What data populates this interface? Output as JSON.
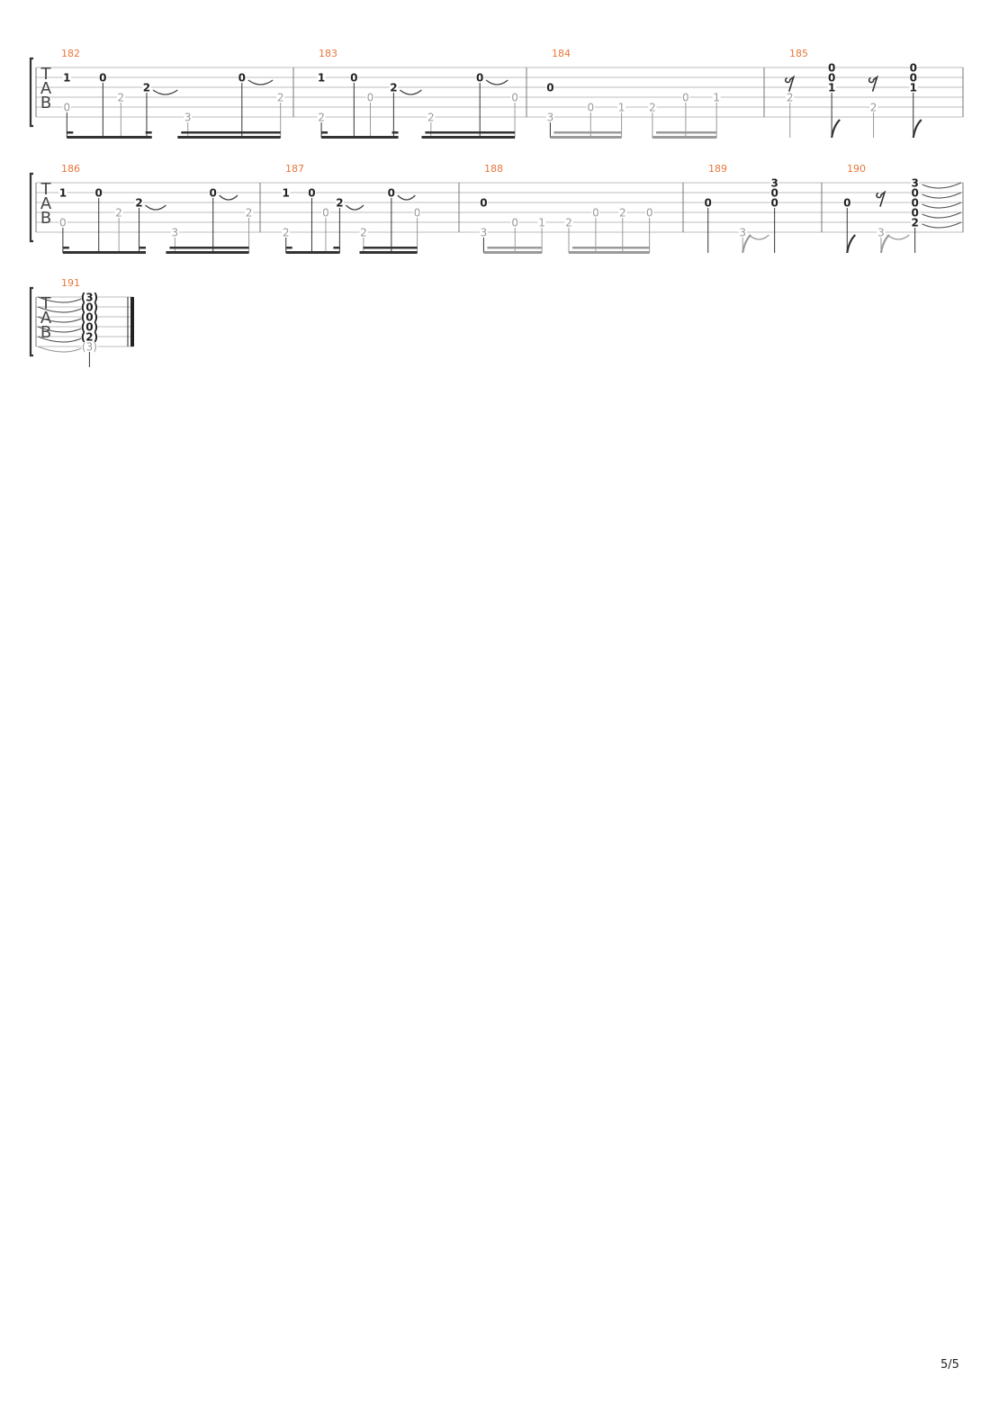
{
  "document": {
    "page_number": "5/5",
    "tab_clef": [
      "T",
      "A",
      "B"
    ]
  },
  "systems": [
    {
      "measures": [
        {
          "number": "182",
          "notes": [
            {
              "pos": 0.12,
              "string": 1,
              "fret": "1",
              "tone": "dark"
            },
            {
              "pos": 0.12,
              "string": 4,
              "fret": "0",
              "tone": "light"
            },
            {
              "pos": 0.26,
              "string": 1,
              "fret": "0",
              "tone": "dark"
            },
            {
              "pos": 0.33,
              "string": 3,
              "fret": "2",
              "tone": "light"
            },
            {
              "pos": 0.43,
              "string": 2,
              "fret": "2",
              "tone": "dark",
              "tie_to": 0.55
            },
            {
              "pos": 0.59,
              "string": 5,
              "fret": "3",
              "tone": "light"
            },
            {
              "pos": 0.8,
              "string": 1,
              "fret": "0",
              "tone": "dark",
              "tie_to": 0.92
            },
            {
              "pos": 0.95,
              "string": 3,
              "fret": "2",
              "tone": "light"
            }
          ],
          "beams": [
            [
              0.12,
              0.45,
              "dark",
              "dotted"
            ],
            [
              0.55,
              0.95,
              "dark",
              "double"
            ]
          ]
        },
        {
          "number": "183",
          "notes": [
            {
              "pos": 0.12,
              "string": 1,
              "fret": "1",
              "tone": "dark"
            },
            {
              "pos": 0.12,
              "string": 5,
              "fret": "2",
              "tone": "light"
            },
            {
              "pos": 0.26,
              "string": 1,
              "fret": "0",
              "tone": "dark"
            },
            {
              "pos": 0.33,
              "string": 3,
              "fret": "0",
              "tone": "light"
            },
            {
              "pos": 0.43,
              "string": 2,
              "fret": "2",
              "tone": "dark",
              "tie_to": 0.55
            },
            {
              "pos": 0.59,
              "string": 5,
              "fret": "2",
              "tone": "light"
            },
            {
              "pos": 0.8,
              "string": 1,
              "fret": "0",
              "tone": "dark",
              "tie_to": 0.92
            },
            {
              "pos": 0.95,
              "string": 3,
              "fret": "0",
              "tone": "light"
            }
          ],
          "beams": [
            [
              0.12,
              0.45,
              "dark",
              "dotted"
            ],
            [
              0.55,
              0.95,
              "dark",
              "double"
            ]
          ]
        },
        {
          "number": "184",
          "notes": [
            {
              "pos": 0.1,
              "string": 2,
              "fret": "0",
              "tone": "dark"
            },
            {
              "pos": 0.1,
              "string": 5,
              "fret": "3",
              "tone": "light"
            },
            {
              "pos": 0.27,
              "string": 4,
              "fret": "0",
              "tone": "light"
            },
            {
              "pos": 0.4,
              "string": 4,
              "fret": "1",
              "tone": "light"
            },
            {
              "pos": 0.53,
              "string": 4,
              "fret": "2",
              "tone": "light"
            },
            {
              "pos": 0.67,
              "string": 3,
              "fret": "0",
              "tone": "light"
            },
            {
              "pos": 0.8,
              "string": 3,
              "fret": "1",
              "tone": "light"
            }
          ],
          "beams": [
            [
              0.1,
              0.4,
              "light",
              "double"
            ],
            [
              0.53,
              0.8,
              "light",
              "double"
            ]
          ]
        },
        {
          "number": "185",
          "notes": [
            {
              "pos": 0.13,
              "string": 3,
              "fret": "2",
              "tone": "light"
            },
            {
              "pos": 0.34,
              "string": 0,
              "fret": "0",
              "tone": "dark"
            },
            {
              "pos": 0.34,
              "string": 1,
              "fret": "0",
              "tone": "dark"
            },
            {
              "pos": 0.34,
              "string": 2,
              "fret": "1",
              "tone": "dark"
            },
            {
              "pos": 0.55,
              "string": 4,
              "fret": "2",
              "tone": "light"
            },
            {
              "pos": 0.75,
              "string": 0,
              "fret": "0",
              "tone": "dark"
            },
            {
              "pos": 0.75,
              "string": 1,
              "fret": "0",
              "tone": "dark"
            },
            {
              "pos": 0.75,
              "string": 2,
              "fret": "1",
              "tone": "dark"
            }
          ],
          "rests": [
            0.13,
            0.55
          ],
          "flags": [
            0.34,
            0.75
          ]
        }
      ]
    },
    {
      "measures": [
        {
          "number": "186",
          "notes": [
            {
              "pos": 0.12,
              "string": 1,
              "fret": "1",
              "tone": "dark"
            },
            {
              "pos": 0.12,
              "string": 4,
              "fret": "0",
              "tone": "light"
            },
            {
              "pos": 0.28,
              "string": 1,
              "fret": "0",
              "tone": "dark"
            },
            {
              "pos": 0.37,
              "string": 3,
              "fret": "2",
              "tone": "light"
            },
            {
              "pos": 0.46,
              "string": 2,
              "fret": "2",
              "tone": "dark",
              "tie_to": 0.58
            },
            {
              "pos": 0.62,
              "string": 5,
              "fret": "3",
              "tone": "light"
            },
            {
              "pos": 0.79,
              "string": 1,
              "fret": "0",
              "tone": "dark",
              "tie_to": 0.9
            },
            {
              "pos": 0.95,
              "string": 3,
              "fret": "2",
              "tone": "light"
            }
          ],
          "beams": [
            [
              0.12,
              0.49,
              "dark",
              "dotted"
            ],
            [
              0.58,
              0.95,
              "dark",
              "double"
            ]
          ]
        },
        {
          "number": "187",
          "notes": [
            {
              "pos": 0.13,
              "string": 1,
              "fret": "1",
              "tone": "dark"
            },
            {
              "pos": 0.13,
              "string": 5,
              "fret": "2",
              "tone": "light"
            },
            {
              "pos": 0.26,
              "string": 1,
              "fret": "0",
              "tone": "dark"
            },
            {
              "pos": 0.33,
              "string": 3,
              "fret": "0",
              "tone": "light"
            },
            {
              "pos": 0.4,
              "string": 2,
              "fret": "2",
              "tone": "dark",
              "tie_to": 0.52
            },
            {
              "pos": 0.52,
              "string": 5,
              "fret": "2",
              "tone": "light"
            },
            {
              "pos": 0.66,
              "string": 1,
              "fret": "0",
              "tone": "dark",
              "tie_to": 0.78
            },
            {
              "pos": 0.79,
              "string": 3,
              "fret": "0",
              "tone": "light"
            }
          ],
          "beams": [
            [
              0.13,
              0.4,
              "dark",
              "dotted"
            ],
            [
              0.5,
              0.79,
              "dark",
              "double"
            ]
          ]
        },
        {
          "number": "188",
          "notes": [
            {
              "pos": 0.11,
              "string": 2,
              "fret": "0",
              "tone": "dark"
            },
            {
              "pos": 0.11,
              "string": 5,
              "fret": "3",
              "tone": "light"
            },
            {
              "pos": 0.25,
              "string": 4,
              "fret": "0",
              "tone": "light"
            },
            {
              "pos": 0.37,
              "string": 4,
              "fret": "1",
              "tone": "light"
            },
            {
              "pos": 0.49,
              "string": 4,
              "fret": "2",
              "tone": "light"
            },
            {
              "pos": 0.61,
              "string": 3,
              "fret": "0",
              "tone": "light"
            },
            {
              "pos": 0.73,
              "string": 3,
              "fret": "2",
              "tone": "light"
            },
            {
              "pos": 0.85,
              "string": 3,
              "fret": "0",
              "tone": "light"
            }
          ],
          "beams": [
            [
              0.11,
              0.37,
              "light",
              "double"
            ],
            [
              0.49,
              0.85,
              "light",
              "double"
            ]
          ]
        },
        {
          "number": "189",
          "notes": [
            {
              "pos": 0.18,
              "string": 2,
              "fret": "0",
              "tone": "dark"
            },
            {
              "pos": 0.43,
              "string": 5,
              "fret": "3",
              "tone": "light",
              "tie_to": 0.62
            },
            {
              "pos": 0.66,
              "string": 0,
              "fret": "3",
              "tone": "dark"
            },
            {
              "pos": 0.66,
              "string": 1,
              "fret": "0",
              "tone": "dark"
            },
            {
              "pos": 0.66,
              "string": 2,
              "fret": "0",
              "tone": "dark"
            }
          ],
          "flags": [
            0.43
          ]
        },
        {
          "number": "190",
          "notes": [
            {
              "pos": 0.18,
              "string": 2,
              "fret": "0",
              "tone": "dark"
            },
            {
              "pos": 0.42,
              "string": 5,
              "fret": "3",
              "tone": "light",
              "tie_to": 0.62
            },
            {
              "pos": 0.66,
              "string": 0,
              "fret": "3",
              "tone": "dark"
            },
            {
              "pos": 0.66,
              "string": 1,
              "fret": "0",
              "tone": "dark"
            },
            {
              "pos": 0.66,
              "string": 2,
              "fret": "0",
              "tone": "dark"
            },
            {
              "pos": 0.66,
              "string": 3,
              "fret": "0",
              "tone": "dark"
            },
            {
              "pos": 0.66,
              "string": 4,
              "fret": "2",
              "tone": "dark"
            }
          ],
          "rests": [
            0.42
          ],
          "flags": [
            0.18,
            0.42
          ],
          "outgoing_ties": [
            0.66
          ]
        }
      ]
    },
    {
      "measures": [
        {
          "number": "191",
          "notes": [
            {
              "pos": 0.55,
              "string": 0,
              "fret": "(3)",
              "tone": "dark"
            },
            {
              "pos": 0.55,
              "string": 1,
              "fret": "(0)",
              "tone": "dark"
            },
            {
              "pos": 0.55,
              "string": 2,
              "fret": "(0)",
              "tone": "dark"
            },
            {
              "pos": 0.55,
              "string": 3,
              "fret": "(0)",
              "tone": "dark"
            },
            {
              "pos": 0.55,
              "string": 4,
              "fret": "(2)",
              "tone": "dark"
            },
            {
              "pos": 0.55,
              "string": 5,
              "fret": "(3)",
              "tone": "light"
            }
          ],
          "incoming_ties": [
            0.55
          ],
          "final": true
        }
      ]
    }
  ]
}
